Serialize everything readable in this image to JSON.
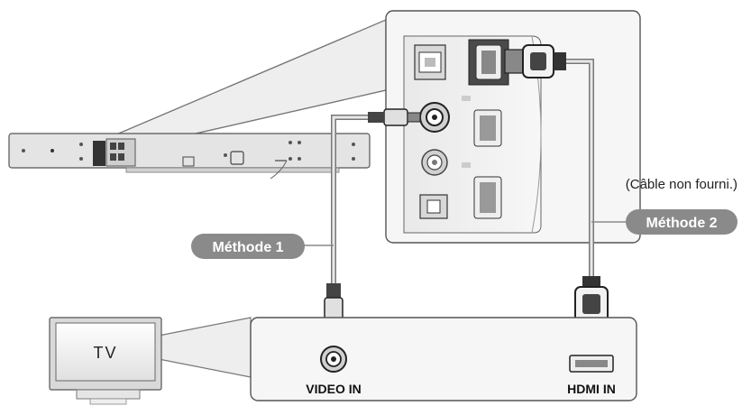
{
  "tv": {
    "label": "TV"
  },
  "methods": {
    "method1": "Méthode 1",
    "method2": "Méthode 2"
  },
  "cable_note": "(Câble non fourni.)",
  "ports": {
    "video_in": "VIDEO IN",
    "hdmi_in": "HDMI IN"
  },
  "colors": {
    "panel_fill": "#f3f3f3",
    "panel_stroke": "#555555",
    "pill_fill": "#8a8a8a",
    "cable": "#9a9a9a",
    "cable_inner": "#e6e6e6",
    "dark": "#222222"
  }
}
